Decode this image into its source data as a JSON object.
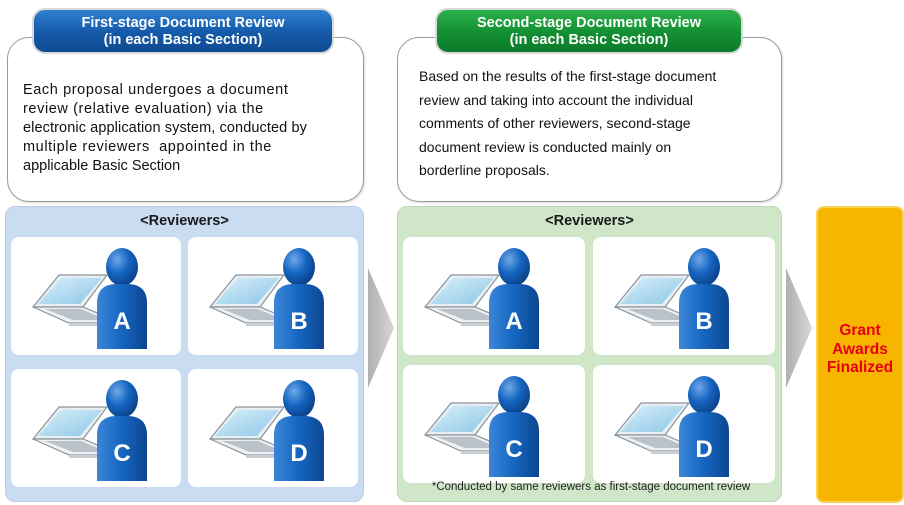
{
  "first_stage": {
    "header_line1": "First-stage Document Review",
    "header_line2": "(in each Basic Section)",
    "description_lines": [
      "Each proposal undergoes a document",
      "review (relative evaluation) via the",
      "electronic application system, conducted by",
      "multiple reviewers  appointed in the",
      "applicable Basic Section"
    ],
    "reviewers_title": "<Reviewers>",
    "reviewers": [
      "A",
      "B",
      "C",
      "D"
    ]
  },
  "second_stage": {
    "header_line1": "Second-stage Document Review",
    "header_line2": "(in each Basic Section)",
    "description_lines": [
      "Based on the results of the first-stage document",
      "review and taking into account the individual",
      "comments of other reviewers, second-stage",
      "document review is conducted mainly on",
      "borderline proposals."
    ],
    "reviewers_title": "<Reviewers>",
    "reviewers": [
      "A",
      "B",
      "C",
      "D"
    ],
    "footnote": "*Conducted by same reviewers as first-stage document review"
  },
  "final": {
    "lines": [
      "Grant",
      "Awards",
      "Finalized"
    ]
  },
  "colors": {
    "first_stage_header": "#1459a8",
    "second_stage_header": "#138f33",
    "first_stage_panel": "#c9dcf1",
    "second_stage_panel": "#cfe6c8",
    "reviewer_figure": "#1565c0",
    "final_box": "#f7b500",
    "final_text": "#e60012"
  }
}
